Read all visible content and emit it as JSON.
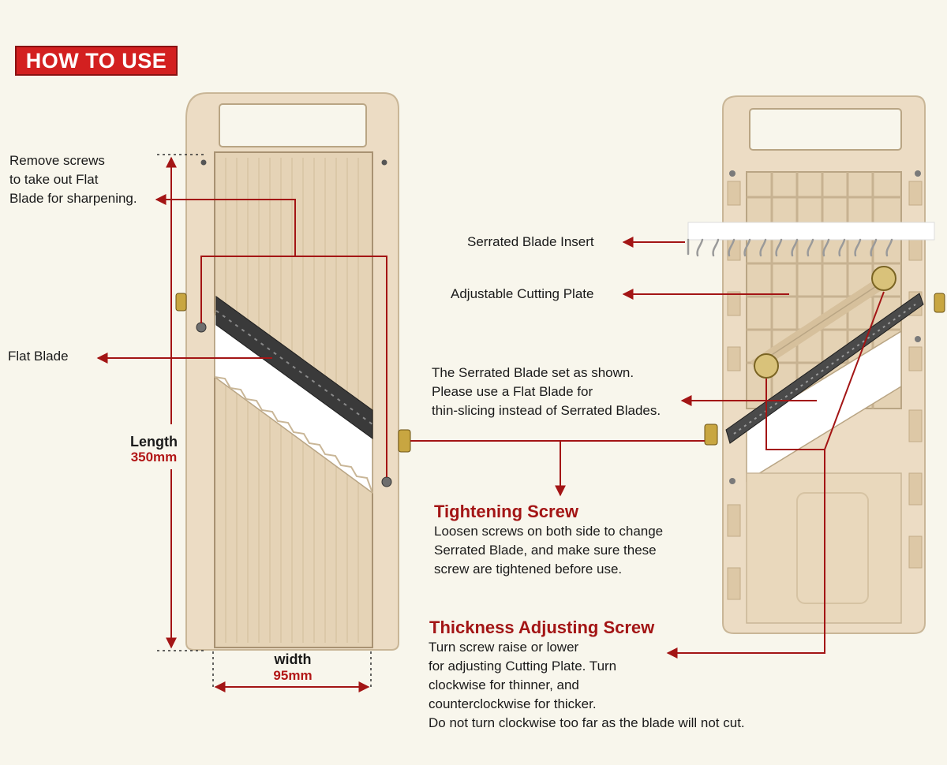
{
  "badge": "HOW TO USE",
  "left_slicer": {
    "remove_screws": [
      "Remove screws",
      "to take out Flat",
      "Blade for sharpening."
    ],
    "flat_blade": "Flat Blade",
    "length_label": "Length",
    "length_value": "350mm",
    "width_label": "width",
    "width_value": "95mm"
  },
  "right_slicer": {
    "serrated_insert": "Serrated Blade Insert",
    "adjustable_plate": "Adjustable Cutting Plate",
    "serrated_note": [
      "The Serrated Blade set as shown.",
      "Please use a Flat Blade for",
      "thin-slicing instead of Serrated Blades."
    ],
    "tightening": {
      "heading": "Tightening Screw",
      "lines": [
        "Loosen screws on both side to change",
        "Serrated Blade, and make sure these",
        "screw are tightened before use."
      ]
    },
    "thickness": {
      "heading": "Thickness Adjusting Screw",
      "lines": [
        "Turn screw raise or lower",
        "for adjusting Cutting Plate. Turn",
        "clockwise for thinner, and",
        "counterclockwise for thicker.",
        "Do not turn clockwise too far as the blade will not cut."
      ]
    }
  },
  "colors": {
    "background": "#f8f6ec",
    "slicer_body": "#ecdcc4",
    "pointer_line": "#a31515",
    "badge": "#d32020"
  }
}
